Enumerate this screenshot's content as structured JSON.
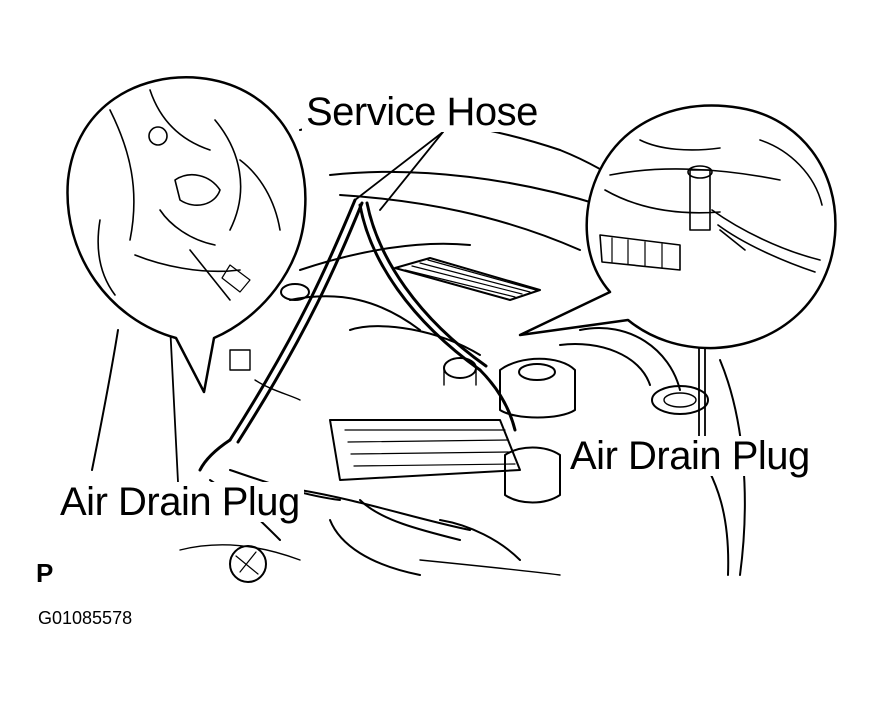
{
  "labels": {
    "service_hose": "Service Hose",
    "air_drain_plug_left": "Air Drain Plug",
    "air_drain_plug_right": "Air Drain Plug",
    "p_mark": "P",
    "figure_code": "G01085578"
  },
  "colors": {
    "ink": "#000000",
    "paper": "#ffffff"
  }
}
